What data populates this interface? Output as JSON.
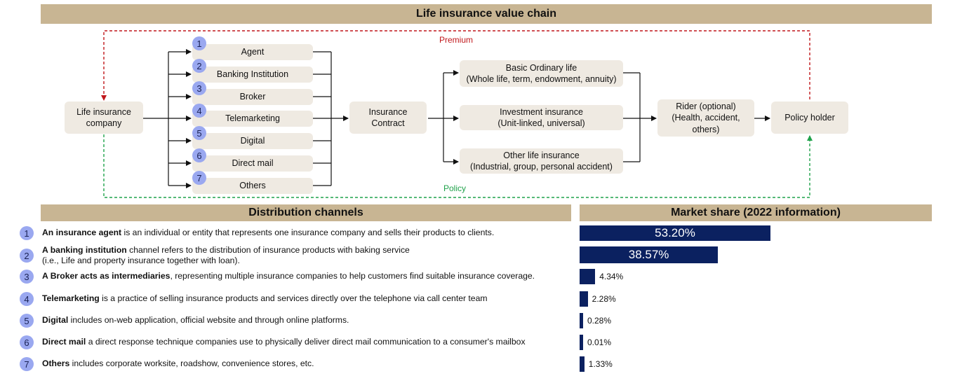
{
  "title": "Life insurance value chain",
  "flow": {
    "premium_label": "Premium",
    "policy_label": "Policy",
    "company": "Life insurance\ncompany",
    "channels": [
      {
        "num": "1",
        "label": "Agent"
      },
      {
        "num": "2",
        "label": "Banking Institution"
      },
      {
        "num": "3",
        "label": "Broker"
      },
      {
        "num": "4",
        "label": "Telemarketing"
      },
      {
        "num": "5",
        "label": "Digital"
      },
      {
        "num": "6",
        "label": "Direct mail"
      },
      {
        "num": "7",
        "label": "Others"
      }
    ],
    "contract": "Insurance\nContract",
    "products": [
      {
        "line1": "Basic Ordinary life",
        "line2": "(Whole life, term, endowment, annuity)"
      },
      {
        "line1": "Investment insurance",
        "line2": "(Unit-linked, universal)"
      },
      {
        "line1": "Other life insurance",
        "line2": "(Industrial, group, personal accident)"
      }
    ],
    "rider": "Rider (optional)\n(Health, accident,\nothers)",
    "policy_holder": "Policy holder"
  },
  "distribution": {
    "header": "Distribution channels",
    "items": [
      {
        "num": "1",
        "bold": "An insurance agent",
        "text": " is an individual or entity that represents one insurance company and sells their products to clients.",
        "text2": ""
      },
      {
        "num": "2",
        "bold": "A banking institution",
        "text": " channel refers to the distribution of insurance products with baking service",
        "text2": "(i.e., Life and property insurance together with loan)."
      },
      {
        "num": "3",
        "bold": "A Broker acts as intermediaries",
        "text": ", representing multiple insurance companies to help customers find suitable insurance coverage.",
        "text2": ""
      },
      {
        "num": "4",
        "bold": "Telemarketing",
        "text": " is a practice of selling insurance products and services directly over the telephone via call center team",
        "text2": ""
      },
      {
        "num": "5",
        "bold": "Digital",
        "text": " includes on-web application, official website and through online platforms.",
        "text2": ""
      },
      {
        "num": "6",
        "bold": "Direct mail",
        "text": " a direct response technique companies use to physically deliver direct mail communication to a consumer's mailbox",
        "text2": ""
      },
      {
        "num": "7",
        "bold": "Others",
        "text": " includes corporate worksite, roadshow, convenience stores, etc.",
        "text2": ""
      }
    ]
  },
  "market_share": {
    "header": "Market share (2022 information)",
    "bar_color": "#0b2160"
  },
  "chart_data": {
    "type": "bar",
    "orientation": "horizontal",
    "categories": [
      "Agent",
      "Banking Institution",
      "Broker",
      "Telemarketing",
      "Digital",
      "Direct mail",
      "Others"
    ],
    "values": [
      53.2,
      38.57,
      4.34,
      2.28,
      0.28,
      0.01,
      1.33
    ],
    "value_labels": [
      "53.20%",
      "38.57%",
      "4.34%",
      "2.28%",
      "0.28%",
      "0.01%",
      "1.33%"
    ],
    "title": "Market share (2022 information)"
  },
  "colors": {
    "header_bg": "#c8b593",
    "box_bg": "#efeae2",
    "badge": "#9aa8f0",
    "premium": "#c0171b",
    "policy": "#1fa24a",
    "bar": "#0b2160"
  }
}
